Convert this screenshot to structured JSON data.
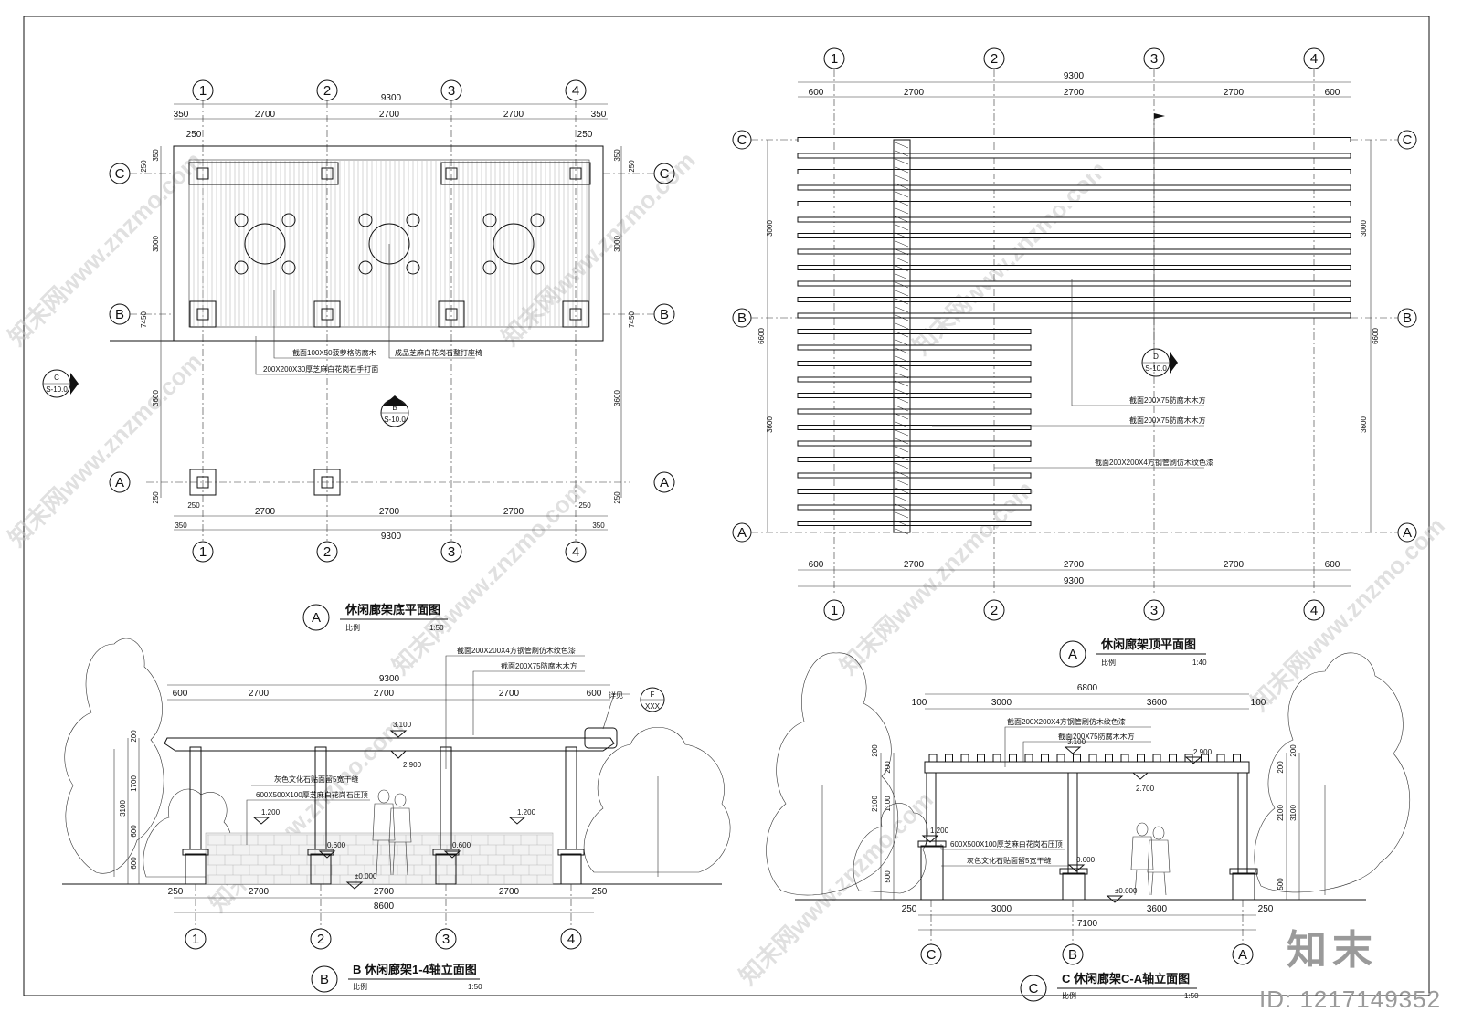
{
  "watermark": {
    "text": "知末网www.znzmo.com",
    "brand": "知末",
    "id": "ID: 1217149352"
  },
  "plan_base": {
    "title": "休闲廊架底平面图",
    "scale_label": "比例",
    "scale": "1:50",
    "callout": "A",
    "axes_x": [
      "1",
      "2",
      "3",
      "4"
    ],
    "axes_y": [
      "C",
      "B",
      "A"
    ],
    "dims_top": [
      "350",
      "2700",
      "2700",
      "2700",
      "350"
    ],
    "dims_top2": [
      "250",
      "250"
    ],
    "dims_bottom": [
      "250",
      "2700",
      "2700",
      "2700",
      "250"
    ],
    "dims_bottom2": [
      "350",
      "350"
    ],
    "total": "9300",
    "dims_side": [
      "350",
      "3000",
      "3600",
      "250"
    ],
    "dims_side_outer": [
      "250",
      "7450"
    ],
    "notes": [
      "截面100X50菠萝格防腐木",
      "200X200X30厚芝麻白花岗石手打面",
      "成品芝麻白花岗石整打座椅"
    ],
    "section_marks": [
      {
        "id": "C",
        "ref": "S-10.0"
      },
      {
        "id": "B",
        "ref": "S-10.0"
      }
    ]
  },
  "plan_top": {
    "title": "休闲廊架顶平面图",
    "scale_label": "比例",
    "scale": "1:40",
    "callout": "A",
    "axes_x": [
      "1",
      "2",
      "3",
      "4"
    ],
    "axes_y": [
      "C",
      "B",
      "A"
    ],
    "dims": [
      "600",
      "2700",
      "2700",
      "2700",
      "600"
    ],
    "total": "9300",
    "dims_side": [
      "3000",
      "3600"
    ],
    "total_side": "6600",
    "notes": [
      "截面200X75防腐木木方",
      "截面200X75防腐木木方",
      "截面200X200X4方钢管刷仿木纹色漆"
    ],
    "section_mark": {
      "id": "D",
      "ref": "S-10.0"
    }
  },
  "elev_b": {
    "title": "B 休闲廊架1-4轴立面图",
    "scale_label": "比例",
    "scale": "1:50",
    "callout": "B",
    "axes": [
      "1",
      "2",
      "3",
      "4"
    ],
    "dims_top": [
      "600",
      "2700",
      "2700",
      "2700",
      "600"
    ],
    "total_top": "9300",
    "dims_bottom": [
      "250",
      "2700",
      "2700",
      "2700",
      "250"
    ],
    "total_bottom": "8600",
    "heights": [
      "200",
      "1700",
      "3100",
      "600",
      "600"
    ],
    "levels": [
      "3.100",
      "2.900",
      "1.200",
      "1.200",
      "0.600",
      "0.600",
      "±0.000"
    ],
    "notes": [
      "截面200X200X4方钢管刷仿木纹色漆",
      "截面200X75防腐木木方",
      "灰色文化石贴面留5宽干缝",
      "600X500X100厚芝麻白花岗石压顶"
    ],
    "detail_label": "详见",
    "detail_mark": {
      "id": "F",
      "ref": "XXX"
    }
  },
  "elev_c": {
    "title": "C 休闲廊架C-A轴立面图",
    "scale_label": "比例",
    "scale": "1:50",
    "callout": "C",
    "axes": [
      "C",
      "B",
      "A"
    ],
    "dims_top": [
      "100",
      "3000",
      "3600",
      "100"
    ],
    "total_top": "6800",
    "dims_bottom": [
      "250",
      "3000",
      "3600",
      "250"
    ],
    "total_bottom": "7100",
    "heights_left": [
      "200",
      "200",
      "1100",
      "2100",
      "500"
    ],
    "heights_right": [
      "200",
      "200",
      "2100",
      "3100",
      "500"
    ],
    "levels": [
      "3.100",
      "2.900",
      "2.700",
      "1.200",
      "0.600",
      "±0.000"
    ],
    "notes": [
      "截面200X200X4方钢管刷仿木纹色漆",
      "截面200X75防腐木木方",
      "600X500X100厚芝麻白花岗石压顶",
      "灰色文化石贴面留5宽干缝"
    ]
  }
}
